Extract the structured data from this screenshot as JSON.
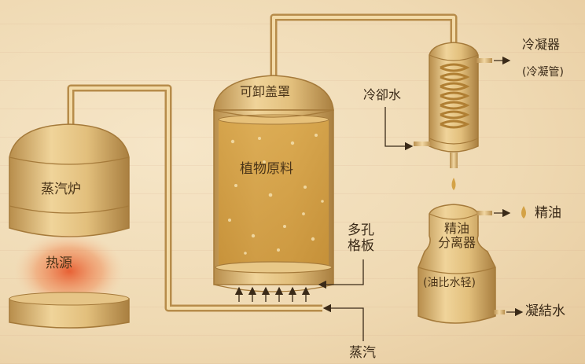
{
  "labels": {
    "boiler": "蒸汽炉",
    "heat_source": "热源",
    "removable_cover": "可卸盖罩",
    "plant_material": "植物原料",
    "perforated_plate_line1": "多孔",
    "perforated_plate_line2": "格板",
    "steam": "蒸汽",
    "cooling_water": "冷卻水",
    "condenser": "冷凝器",
    "condenser_tube": "(冷凝管)",
    "separator_line1": "精油",
    "separator_line2": "分离器",
    "separator_note": "(油比水轻)",
    "essential_oil": "精油",
    "condensed_water": "凝結水"
  },
  "colors": {
    "metal": "#d8b472",
    "metal_dark": "#a57a3a",
    "heat_glow": "#e8663a",
    "arrow": "#3a2a18"
  },
  "icons": {
    "droplet": "droplet-icon",
    "arrow": "arrow-right-icon"
  }
}
